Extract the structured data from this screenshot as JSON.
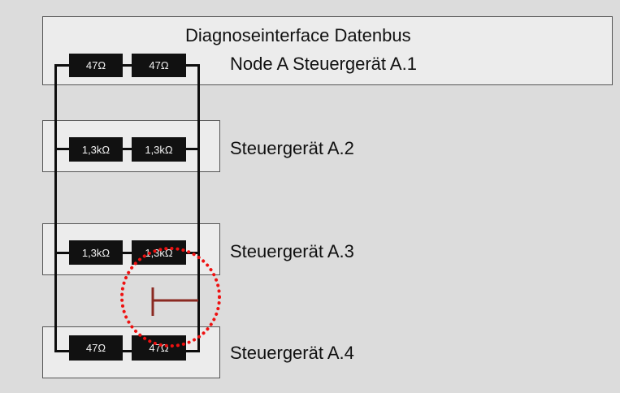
{
  "title": "Diagnoseinterface Datenbus",
  "nodes": [
    {
      "label": "Node A Steuergerät A.1",
      "resistors": [
        "47Ω",
        "47Ω"
      ]
    },
    {
      "label": "Steuergerät A.2",
      "resistors": [
        "1,3kΩ",
        "1,3kΩ"
      ]
    },
    {
      "label": "Steuergerät A.3",
      "resistors": [
        "1,3kΩ",
        "1,3kΩ"
      ]
    },
    {
      "label": "Steuergerät A.4",
      "resistors": [
        "47Ω",
        "47Ω"
      ]
    }
  ],
  "fault": {
    "symbol": "line-break-icon",
    "symbol_color": "#8b2a22",
    "highlight_color": "#ee1111"
  },
  "colors": {
    "background": "#dcdcdc",
    "box_fill": "#ececec",
    "resistor_fill": "#111111",
    "wire": "#0d0d0d"
  }
}
